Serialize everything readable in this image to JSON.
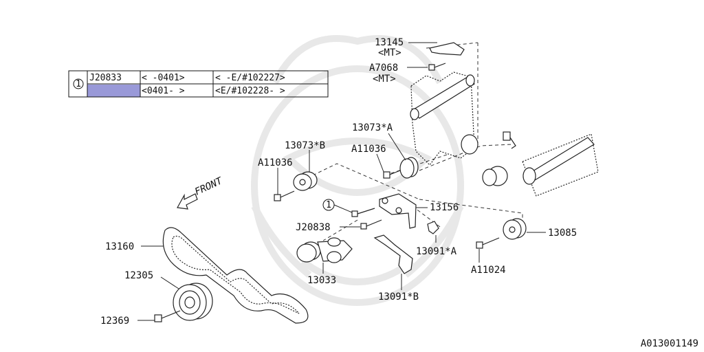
{
  "diagram_id": "A013001149",
  "front_label": "FRONT",
  "table": {
    "marker": "1",
    "part_number": "J20833",
    "rows": [
      {
        "date_range": "<      -0401>",
        "serial_range": "<    -E/#102227>"
      },
      {
        "date_range": "<0401-      >",
        "serial_range": "<E/#102228-    >"
      }
    ],
    "highlight_color": "#9999d8"
  },
  "callouts": {
    "p13145": "13145",
    "p13145_note": "<MT>",
    "pA7068": "A7068",
    "pA7068_note": "<MT>",
    "p13073A": "13073*A",
    "pA11036_right": "A11036",
    "p13073B": "13073*B",
    "pA11036_left": "A11036",
    "ref1": "1",
    "p13156": "13156",
    "pJ20838": "J20838",
    "p13160": "13160",
    "p13091A": "13091*A",
    "p13085": "13085",
    "pA11024": "A11024",
    "p12305": "12305",
    "p13033": "13033",
    "p13091B": "13091*B",
    "p12369": "12369"
  }
}
